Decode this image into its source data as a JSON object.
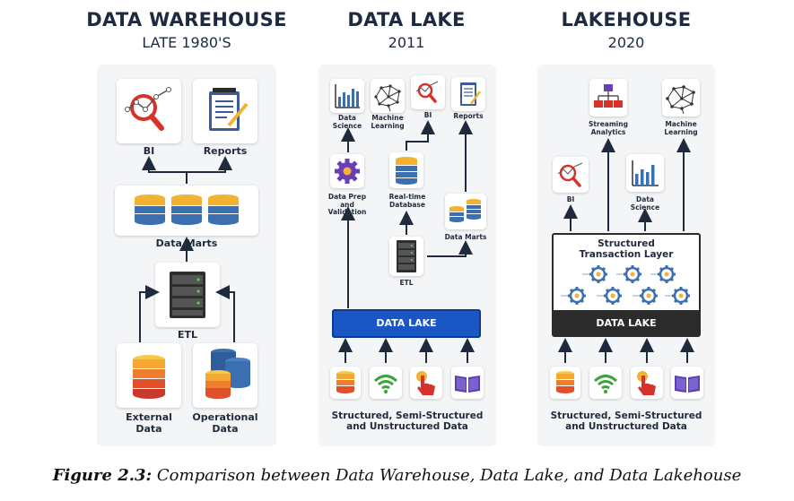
{
  "columns": [
    {
      "title": "DATA WAREHOUSE",
      "subtitle": "LATE 1980'S"
    },
    {
      "title": "DATA LAKE",
      "subtitle": "2011"
    },
    {
      "title": "LAKEHOUSE",
      "subtitle": "2020"
    }
  ],
  "warehouse": {
    "bi": "BI",
    "reports": "Reports",
    "data_marts": "Data Marts",
    "etl": "ETL",
    "external": "External\nData",
    "operational": "Operational\nData"
  },
  "lake": {
    "data_science": "Data\nScience",
    "machine_learning": "Machine\nLearning",
    "bi": "BI",
    "reports": "Reports",
    "data_prep": "Data Prep\nand\nValidation",
    "realtime_db": "Real-time\nDatabase",
    "data_marts": "Data Marts",
    "etl": "ETL",
    "lake_bar": "DATA LAKE",
    "sources": "Structured, Semi-Structured\nand Unstructured Data"
  },
  "lakehouse": {
    "streaming": "Streaming\nAnalytics",
    "machine_learning": "Machine\nLearning",
    "bi": "BI",
    "data_science": "Data\nScience",
    "transaction_layer": "Structured\nTransaction Layer",
    "lake_bar": "DATA LAKE",
    "sources": "Structured, Semi-Structured\nand Unstructured Data"
  },
  "caption": {
    "label": "Figure 2.3:",
    "text": " Comparison between Data Warehouse, Data Lake, and Data Lakehouse"
  },
  "colors": {
    "navy": "#1d2a3f",
    "lake_blue": "#1a56c4",
    "lakehouse_dark": "#2b2b2b",
    "gold": "#f2b233",
    "steel_blue": "#3b6fb0",
    "red": "#d6322a"
  }
}
